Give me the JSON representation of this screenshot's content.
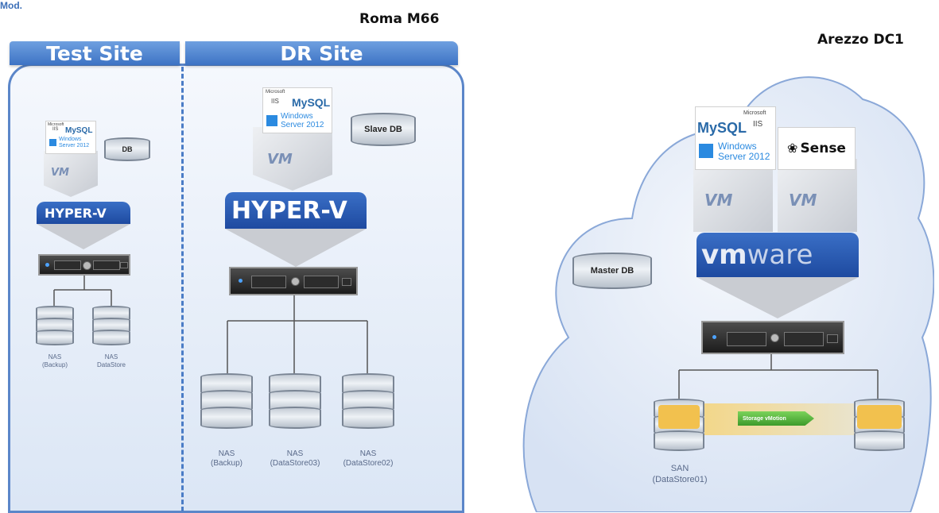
{
  "corner_text": "Mod.",
  "sites": {
    "roma_title": "Roma M66",
    "arezzo_title": "Arezzo DC1",
    "test_header": "Test Site",
    "dr_header": "DR Site"
  },
  "test_site": {
    "db_label": "DB",
    "vm_label": "VM",
    "hypervisor": "HYPER-V",
    "logos": {
      "iis": "IIS",
      "mysql": "MySQL",
      "windows": "Windows",
      "windows_version": "Server 2012",
      "microsoft": "Microsoft"
    },
    "storage": [
      {
        "line1": "NAS",
        "line2": "(Backup)"
      },
      {
        "line1": "NAS",
        "line2": "DataStore"
      }
    ]
  },
  "dr_site": {
    "db_label": "Slave DB",
    "vm_label": "VM",
    "hypervisor": "HYPER-V",
    "logos": {
      "iis": "IIS",
      "mysql": "MySQL",
      "windows": "Windows",
      "windows_version": "Server 2012",
      "microsoft": "Microsoft"
    },
    "storage": [
      {
        "line1": "NAS",
        "line2": "(Backup)"
      },
      {
        "line1": "NAS",
        "line2": "(DataStore03)"
      },
      {
        "line1": "NAS",
        "line2": "(DataStore02)"
      }
    ]
  },
  "arezzo": {
    "db_label": "Master DB",
    "vm_label_1": "VM",
    "vm_label_2": "VM",
    "hypervisor_vm": "vm",
    "hypervisor_ware": "ware",
    "logos": {
      "iis": "IIS",
      "mysql": "MySQL",
      "windows": "Windows",
      "windows_version": "Server 2012",
      "microsoft": "Microsoft",
      "sense": "Sense"
    },
    "vmotion": "Storage vMotion",
    "san_line1": "SAN",
    "san_line2": "(DataStore01)"
  },
  "colors": {
    "accent_blue": "#3d73c4",
    "panel_border": "#5b86c9",
    "hyperv_blue": "#1e4aa0"
  }
}
